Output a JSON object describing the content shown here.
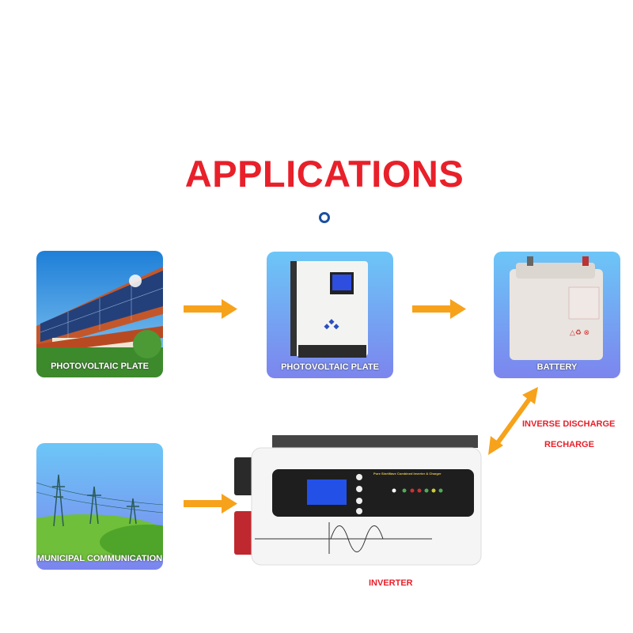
{
  "title": "APPLICATIONS",
  "cards": [
    {
      "label": "PHOTOVOLTAIC PLATE",
      "icon": "solar-roof-image"
    },
    {
      "label": "PHOTOVOLTAIC PLATE",
      "icon": "charge-controller-image"
    },
    {
      "label": "BATTERY",
      "icon": "battery-image"
    },
    {
      "label": "MUNICIPAL COMMUNICATION",
      "icon": "power-lines-image"
    }
  ],
  "bidirectional_label_1": "INVERSE DISCHARGE",
  "bidirectional_label_2": "RECHARGE",
  "inverter": {
    "label": "INVERTER",
    "panel_text": "Pure SineWave Combined Inverter & Charger"
  },
  "colors": {
    "title": "#e8202a",
    "arrow": "#f7a21b",
    "card_top": "#6cc6f7",
    "card_bottom": "#7c85ee"
  }
}
